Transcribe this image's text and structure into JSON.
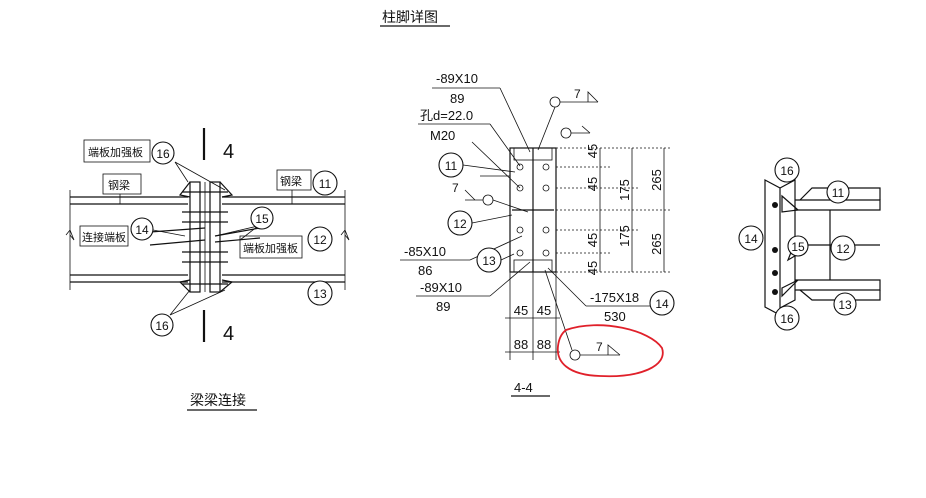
{
  "title_top": "柱脚详图",
  "title_left": "梁梁连接",
  "section_mark": "4",
  "section_label": "4-4",
  "left_view": {
    "label_end_plate_stiffener_top": "端板加强板",
    "label_steel_beam_left": "钢梁",
    "label_connect_end_plate": "连接端板",
    "label_steel_beam_right": "钢梁",
    "label_end_plate_stiffener_right": "端板加强板",
    "bubbles": {
      "b16a": "16",
      "b14": "14",
      "b15": "15",
      "b11": "11",
      "b12": "12",
      "b13": "13",
      "b16b": "16"
    }
  },
  "middle_view": {
    "top_plate": "-89X10",
    "top_plate_w": "89",
    "hole": "孔d=22.0",
    "bolt": "M20",
    "weld_top": "7",
    "weld_left": "7",
    "weld_bottom": "7",
    "plate_mid": "-85X10",
    "plate_mid_w": "86",
    "plate_low": "-89X10",
    "plate_low_w": "89",
    "plate_right": "-175X18",
    "plate_right_w": "530",
    "dims_right": [
      "45",
      "45",
      "175",
      "265",
      "45",
      "175",
      "265",
      "45"
    ],
    "dims_bottom_a": [
      "45",
      "45"
    ],
    "dims_bottom_b": [
      "88",
      "88"
    ],
    "bubbles": {
      "b11": "11",
      "b12": "12",
      "b13": "13",
      "b14": "14"
    }
  },
  "right_view": {
    "bubbles": {
      "b16a": "16",
      "b11": "11",
      "b14": "14",
      "b15": "15",
      "b12": "12",
      "b13": "13",
      "b16b": "16"
    }
  }
}
